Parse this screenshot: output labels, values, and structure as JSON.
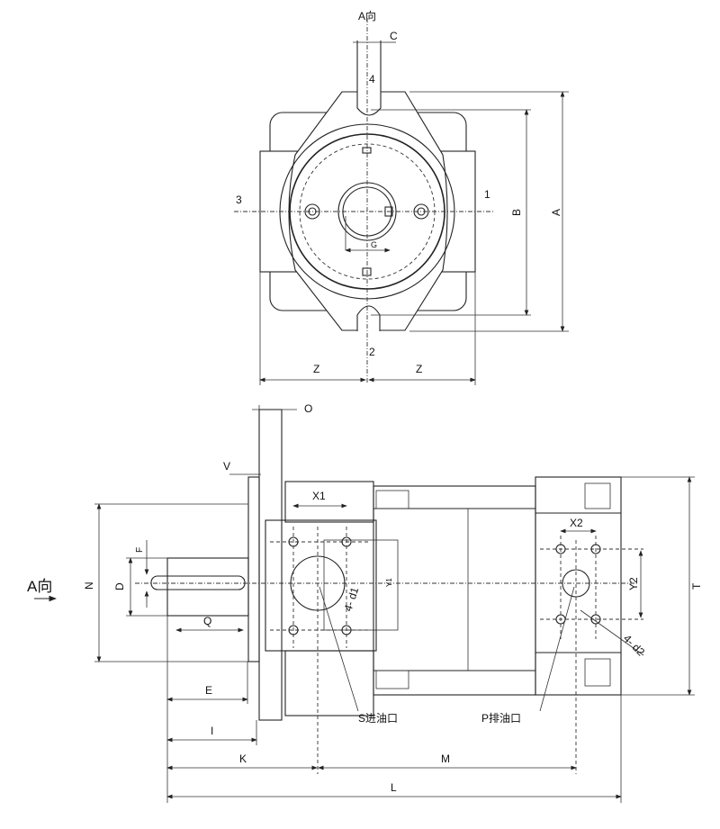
{
  "title": "Pump installation dimension drawing",
  "top_view": {
    "direction_label": "A向",
    "dim_C": "C",
    "dim_A": "A",
    "dim_B": "B",
    "dim_G": "G",
    "dim_Z_left": "Z",
    "dim_Z_right": "Z",
    "port_1": "1",
    "port_2": "2",
    "port_3": "3",
    "port_4": "4"
  },
  "side_view": {
    "direction_label": "A向",
    "dim_O": "O",
    "dim_V": "V",
    "dim_N": "N",
    "dim_D": "D",
    "dim_F": "F",
    "dim_Q": "Q",
    "dim_E": "E",
    "dim_I": "I",
    "dim_K": "K",
    "dim_M": "M",
    "dim_L": "L",
    "dim_T": "T",
    "dim_X1": "X1",
    "dim_Y1": "Y1",
    "dim_X2": "X2",
    "dim_Y2": "Y2",
    "holes_d1": "4- d1",
    "holes_d2": "4- d2",
    "suction_port": "S进油口",
    "pressure_port": "P排油口"
  }
}
